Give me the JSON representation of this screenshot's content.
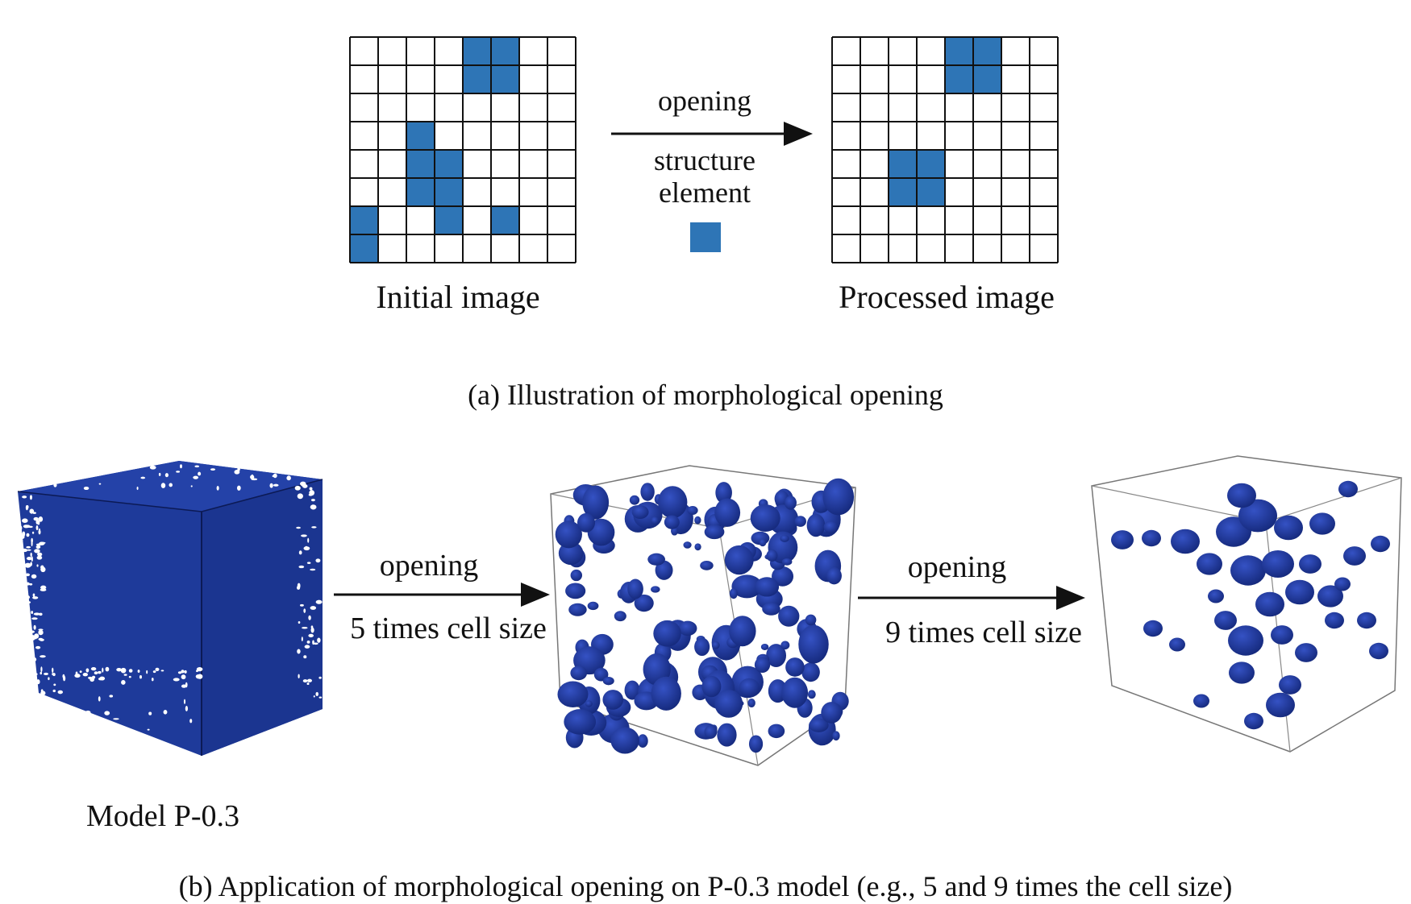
{
  "panel_a": {
    "initial_label": "Initial image",
    "processed_label": "Processed image",
    "arrow_top_label": "opening",
    "arrow_bottom_label_line1": "structure",
    "arrow_bottom_label_line2": "element",
    "caption": "(a) Illustration of morphological opening",
    "grid_size": 8,
    "initial_filled_cells": [
      [
        0,
        4
      ],
      [
        0,
        5
      ],
      [
        1,
        4
      ],
      [
        1,
        5
      ],
      [
        3,
        2
      ],
      [
        4,
        2
      ],
      [
        4,
        3
      ],
      [
        5,
        2
      ],
      [
        5,
        3
      ],
      [
        6,
        0
      ],
      [
        6,
        3
      ],
      [
        6,
        5
      ],
      [
        7,
        0
      ]
    ],
    "processed_filled_cells": [
      [
        0,
        4
      ],
      [
        0,
        5
      ],
      [
        1,
        4
      ],
      [
        1,
        5
      ],
      [
        4,
        2
      ],
      [
        4,
        3
      ],
      [
        5,
        2
      ],
      [
        5,
        3
      ]
    ]
  },
  "panel_b": {
    "model_label": "Model P-0.3",
    "arrow1_top": "opening",
    "arrow1_bottom": "5 times cell size",
    "arrow2_top": "opening",
    "arrow2_bottom": "9 times cell size",
    "caption": "(b) Application of morphological opening on P-0.3 model (e.g., 5 and 9 times the cell size)"
  },
  "colors": {
    "cell_fill": "#2E75B6",
    "grid_line": "#111111",
    "pore_fill": "#1F3A99",
    "pore_dark": "#17307F"
  }
}
